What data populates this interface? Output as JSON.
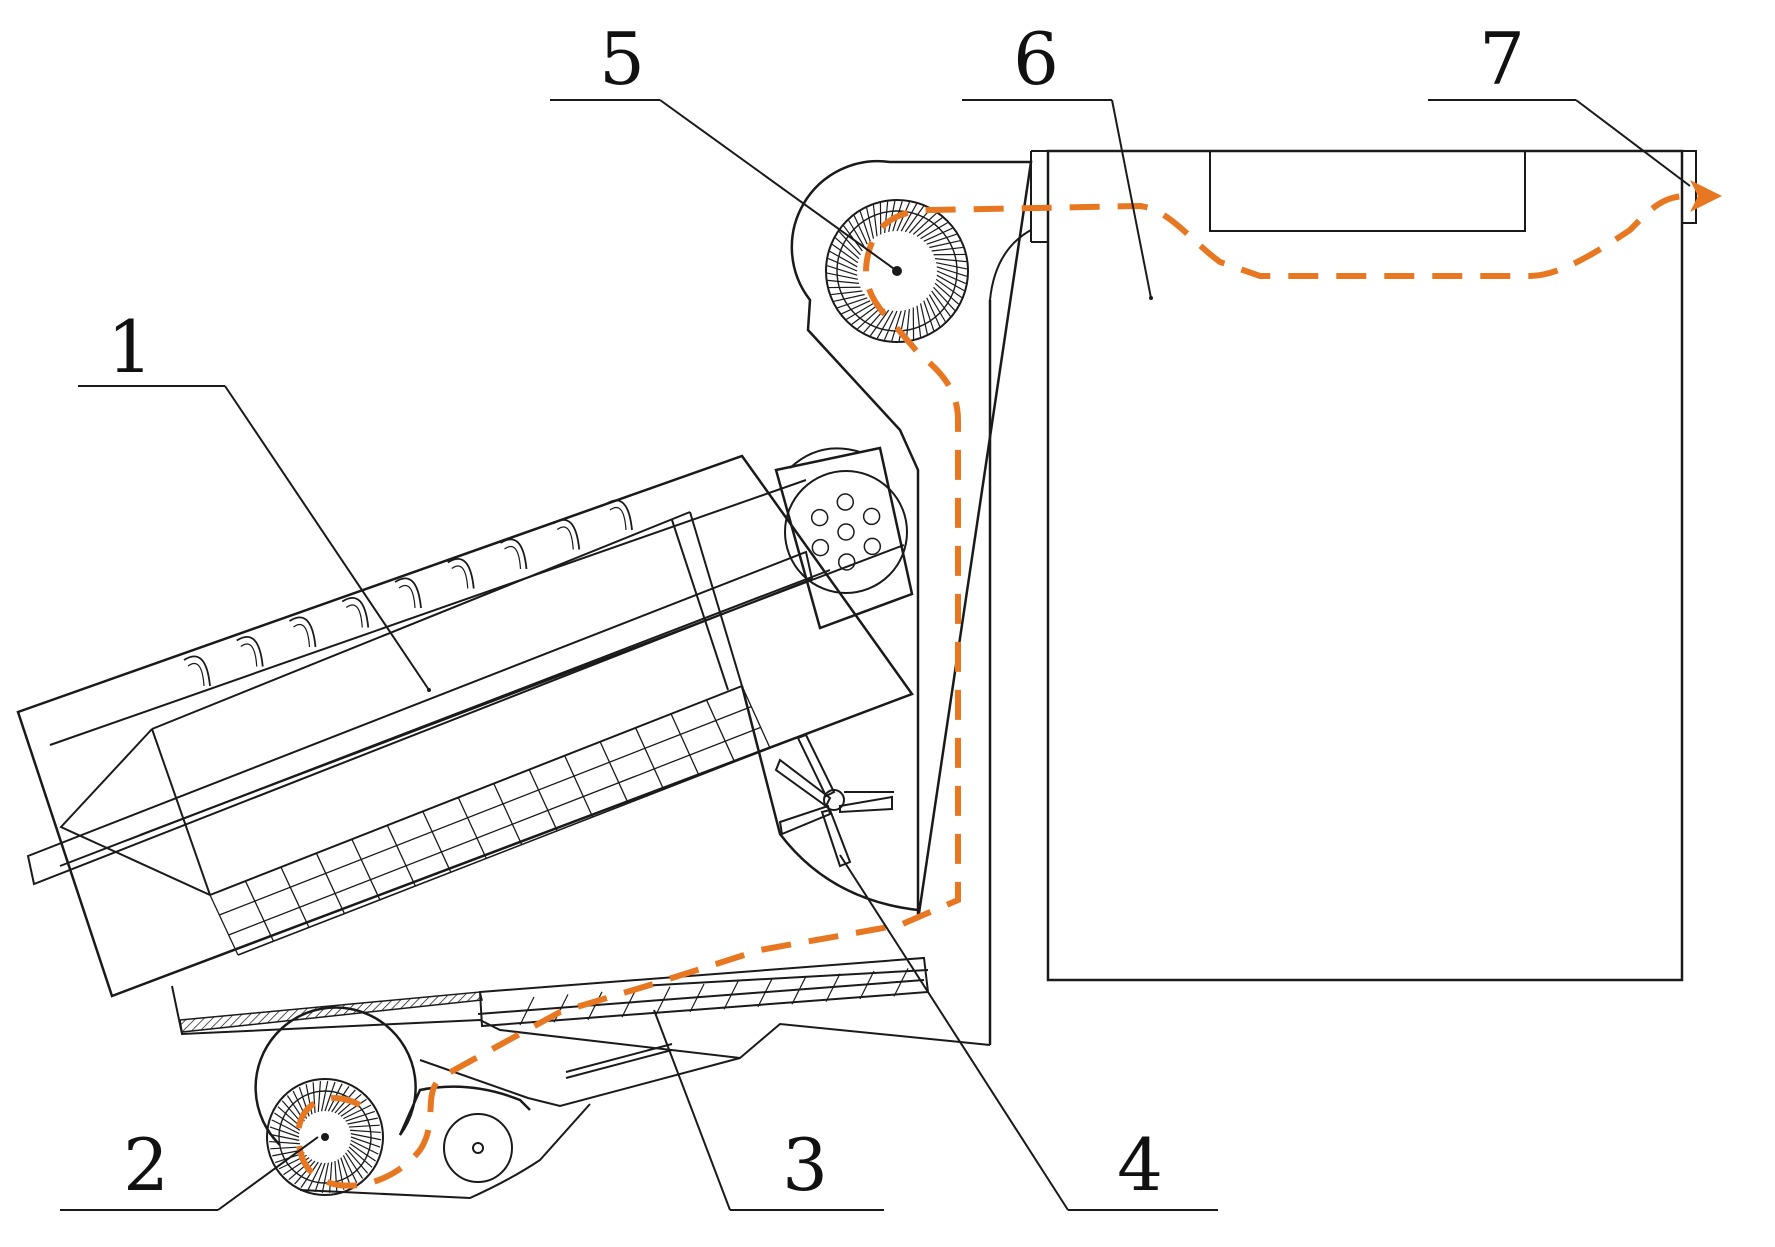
{
  "labels": {
    "l1": "1",
    "l2": "2",
    "l3": "3",
    "l4": "4",
    "l5": "5",
    "l6": "6",
    "l7": "7"
  },
  "colors": {
    "line": "#1a1a1a",
    "flow": "#e87722",
    "background": "#ffffff"
  }
}
